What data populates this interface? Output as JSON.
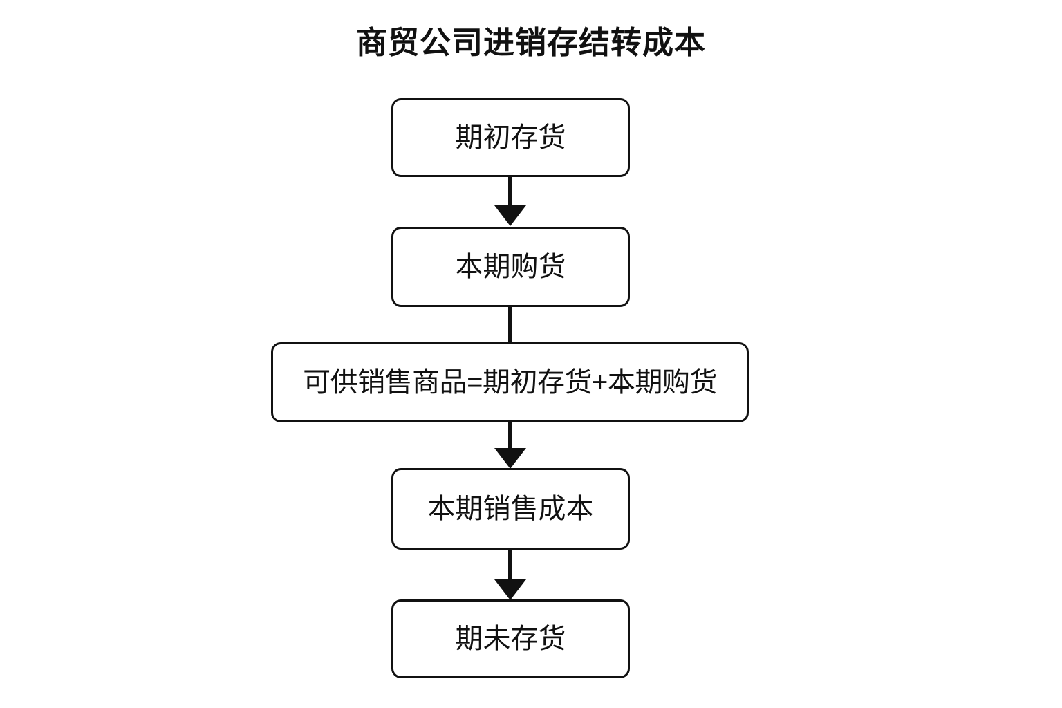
{
  "diagram": {
    "title": "商贸公司进销存结转成本",
    "background_color": "#ffffff",
    "stroke_color": "#111111",
    "nodes": [
      {
        "id": "beginning-inventory",
        "label": "期初存货"
      },
      {
        "id": "current-period-purchases",
        "label": "本期购货"
      },
      {
        "id": "goods-available-for-sale",
        "label": "可供销售商品=期初存货+本期购货"
      },
      {
        "id": "current-period-cost-of-sales",
        "label": "本期销售成本"
      },
      {
        "id": "ending-inventory",
        "label": "期未存货"
      }
    ],
    "connectors": [
      {
        "from": "beginning-inventory",
        "to": "current-period-purchases",
        "arrowhead": "solid-triangle-down"
      },
      {
        "from": "current-period-purchases",
        "to": "goods-available-for-sale",
        "arrowhead": "none"
      },
      {
        "from": "goods-available-for-sale",
        "to": "current-period-cost-of-sales",
        "arrowhead": "solid-triangle-down"
      },
      {
        "from": "current-period-cost-of-sales",
        "to": "ending-inventory",
        "arrowhead": "solid-triangle-down"
      }
    ]
  }
}
